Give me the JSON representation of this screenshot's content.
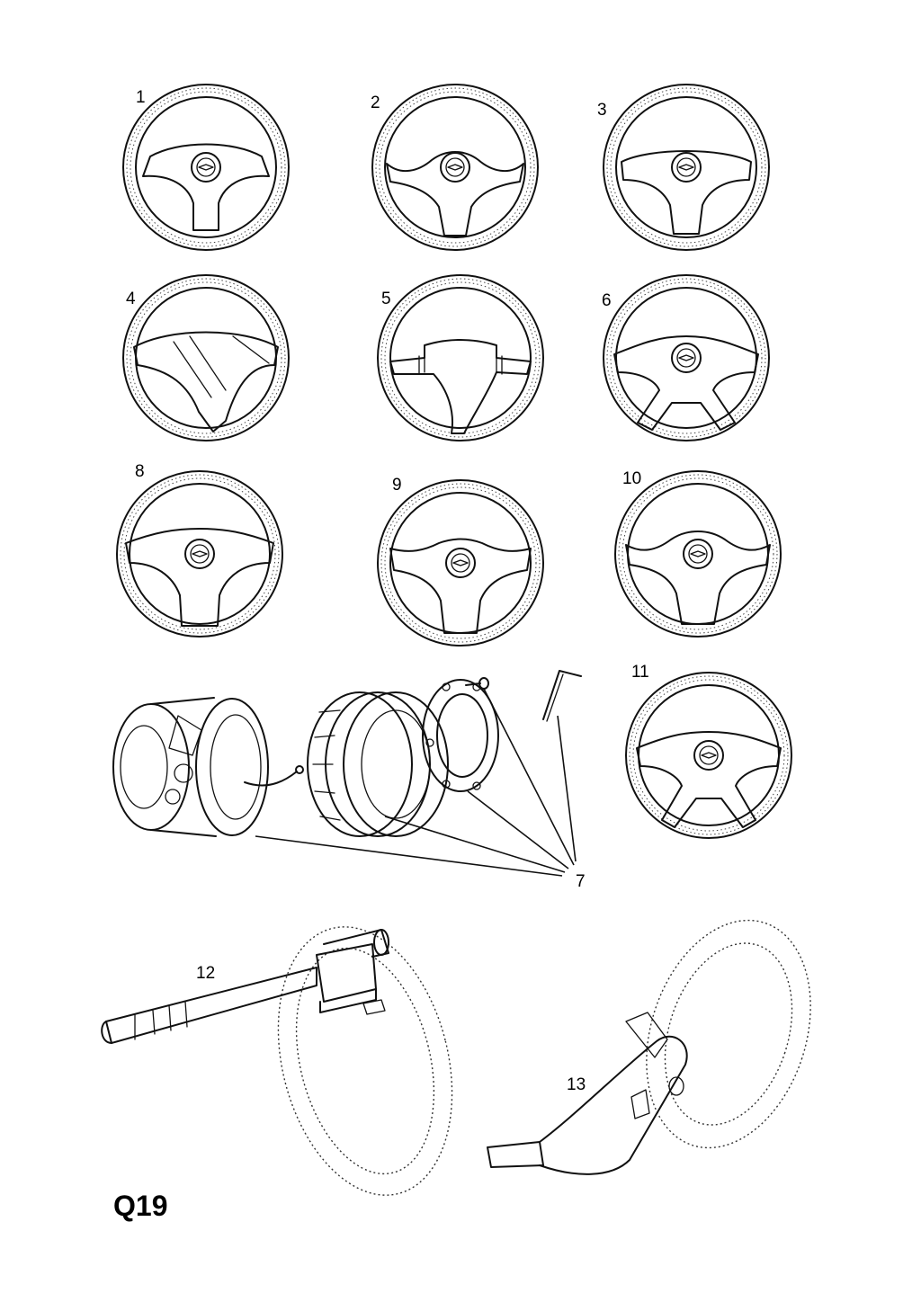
{
  "diagram": {
    "page_code": "Q19",
    "callouts": {
      "c1": "1",
      "c2": "2",
      "c3": "3",
      "c4": "4",
      "c5": "5",
      "c6": "6",
      "c7": "7",
      "c8": "8",
      "c9": "9",
      "c10": "10",
      "c11": "11",
      "c12": "12",
      "c13": "13"
    }
  }
}
